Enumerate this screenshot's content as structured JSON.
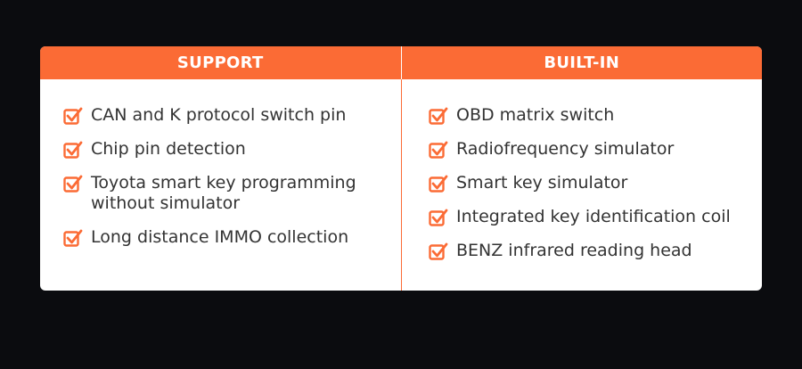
{
  "header": {
    "support_label": "SUPPORT",
    "builtin_label": "BUILT-IN"
  },
  "support": {
    "items": [
      {
        "label": "CAN and K protocol switch pin"
      },
      {
        "label": "Chip pin detection"
      },
      {
        "label": "Toyota smart key programming without simulator"
      },
      {
        "label": "Long distance IMMO collection"
      }
    ]
  },
  "builtin": {
    "items": [
      {
        "label": "OBD matrix switch"
      },
      {
        "label": "Radiofrequency simulator"
      },
      {
        "label": "Smart key simulator"
      },
      {
        "label": "Integrated key identification coil"
      },
      {
        "label": "BENZ infrared reading head"
      }
    ]
  },
  "colors": {
    "accent": "#fb6b35",
    "background": "#0b0c0f",
    "card": "#ffffff",
    "text": "#333333"
  }
}
